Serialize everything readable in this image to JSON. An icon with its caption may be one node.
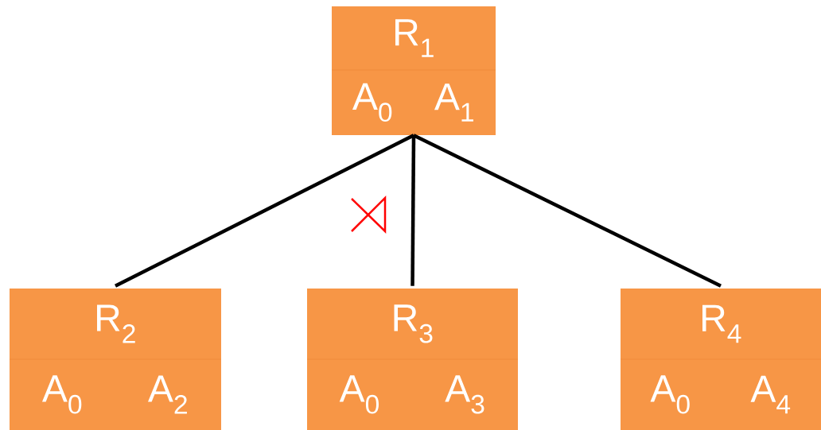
{
  "diagram": {
    "nodes": [
      {
        "text": [
          "R$_{1}$",
          "A$_{0}$",
          "A$_{1}$"
        ]
      },
      {
        "text": [
          "R$_{2}$",
          "A$_{0}$",
          "A$_{2}$"
        ]
      },
      {
        "text": [
          "R$_{3}$",
          "A$_{0}$",
          "A$_{3}$"
        ]
      },
      {
        "text": [
          "R$_{4}$",
          "A$_{0}$",
          "A$_{4}$"
        ]
      }
    ],
    "edges": [
      {
        "from": 0,
        "to": 1,
        "arrow": "none"
      },
      {
        "from": 0,
        "to": 2,
        "arrow": "none"
      },
      {
        "from": 0,
        "to": 3,
        "arrow": "none"
      }
    ]
  }
}
